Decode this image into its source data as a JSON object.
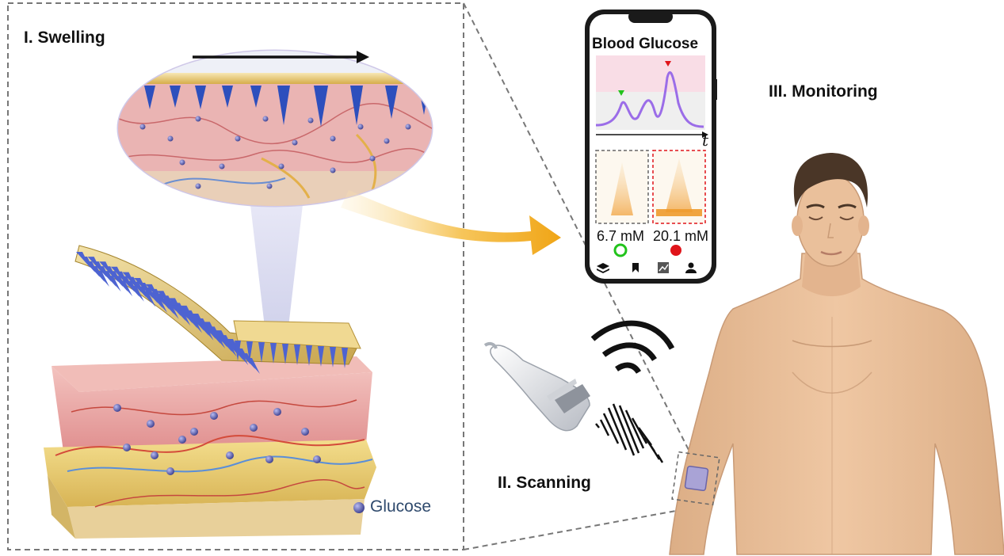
{
  "labels": {
    "swelling": "I. Swelling",
    "scanning": "II. Scanning",
    "monitoring": "III. Monitoring"
  },
  "phone": {
    "title": "Blood Glucose",
    "time_axis": "t",
    "readings": [
      {
        "value": "6.7 mM",
        "status": "normal",
        "status_color": "#22c31c"
      },
      {
        "value": "20.1 mM",
        "status": "high",
        "status_color": "#e0141a"
      }
    ],
    "nav_icons": [
      "layers-icon",
      "bookmark-icon",
      "trend-chart-icon",
      "user-icon"
    ]
  },
  "legend": {
    "glucose": "Glucose"
  },
  "colors": {
    "skin": "#e9a3a0",
    "fat": "#e8cf72",
    "microneedle": "#3f56c4",
    "glucose": "#4b4e9e",
    "glucose_curve": "#9b6de8",
    "high_zone": "#f9dfe6",
    "arrow": "#f2a91c",
    "body_skin": "#eac09b"
  }
}
